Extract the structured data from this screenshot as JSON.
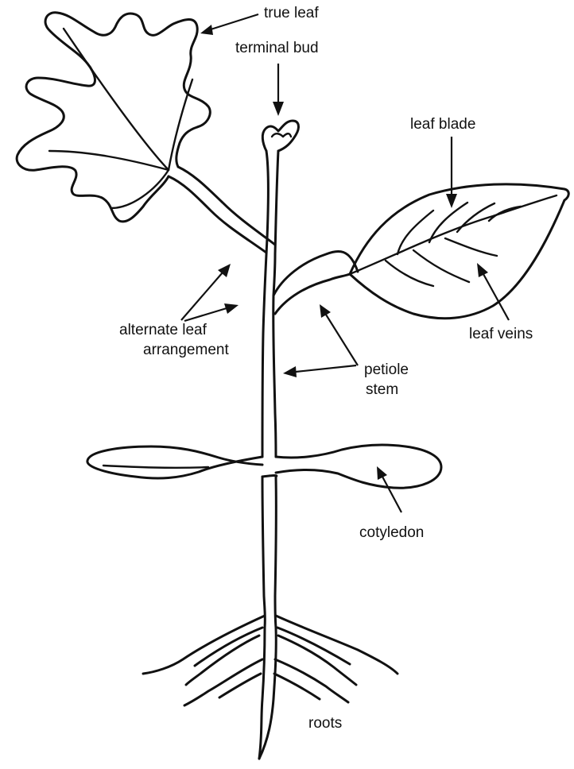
{
  "labels": {
    "true_leaf": "true leaf",
    "terminal_bud": "terminal bud",
    "leaf_blade": "leaf blade",
    "alternate_line1": "alternate leaf",
    "alternate_line2": "arrangement",
    "leaf_veins": "leaf veins",
    "petiole": "petiole",
    "stem": "stem",
    "cotyledon": "cotyledon",
    "roots": "roots"
  }
}
